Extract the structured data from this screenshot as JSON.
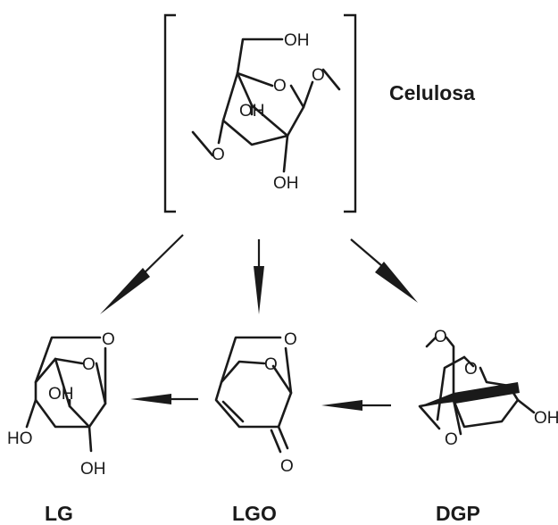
{
  "compounds": {
    "cellulose": {
      "name": "Celulosa",
      "atoms": {
        "oh_top": "OH",
        "ring_o": "O",
        "glyc_o": "O",
        "oh_mid": "OH",
        "o_left": "O",
        "oh_bottom": "OH"
      }
    },
    "lg": {
      "name": "LG",
      "atoms": {
        "bridge_o": "O",
        "ring_o": "O",
        "oh_1": "OH",
        "oh_2": "HO",
        "oh_3": "OH"
      }
    },
    "lgo": {
      "name": "LGO",
      "atoms": {
        "bridge_o": "O",
        "ring_o": "O",
        "keto_o": "O"
      }
    },
    "dgp": {
      "name": "DGP",
      "atoms": {
        "o_top": "O",
        "o_mid": "O",
        "o_bottom": "O",
        "oh": "OH"
      }
    }
  }
}
